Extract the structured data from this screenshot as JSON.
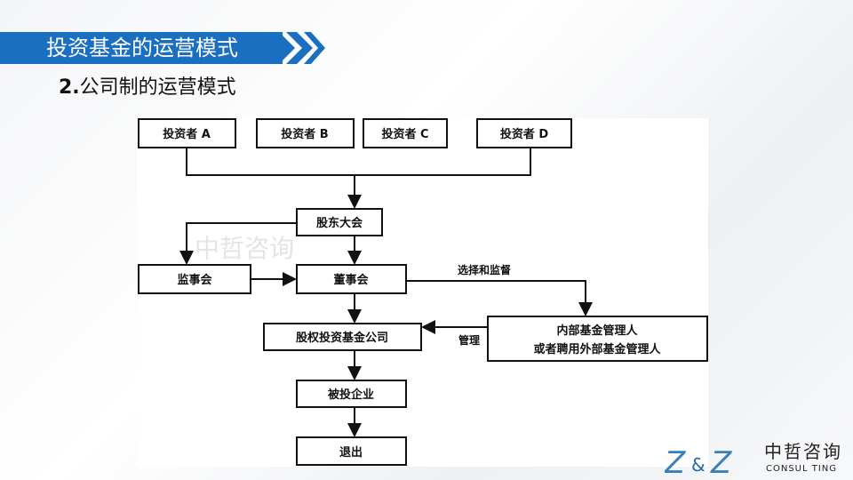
{
  "header": {
    "title": "投资基金的运营模式",
    "subtitle_num": "2.",
    "subtitle_text": "公司制的运营模式"
  },
  "diagram": {
    "investors": [
      "投资者 A",
      "投资者 B",
      "投资者 C",
      "投资者 D"
    ],
    "shareholders_meeting": "股东大会",
    "supervisory_board": "监事会",
    "board_of_directors": "董事会",
    "manager_line1": "内部基金管理人",
    "manager_line2": "或者聘用外部基金管理人",
    "fund_company": "股权投资基金公司",
    "invested_company": "被投企业",
    "exit": "退出",
    "label_select": "选择和监督",
    "label_manage": "管理",
    "watermark": "中哲咨询"
  },
  "brand": {
    "logo": "Z&Z",
    "name_cn": "中哲咨询",
    "name_en": "CONSUL TING"
  },
  "colors": {
    "banner": "#1a6fc0"
  }
}
